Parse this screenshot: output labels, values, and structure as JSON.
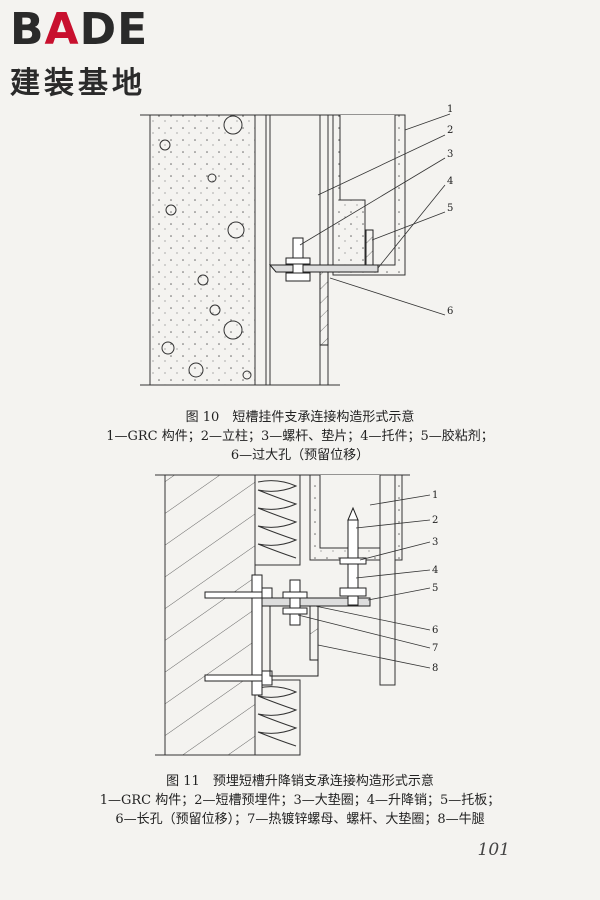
{
  "logo": {
    "word_pre": "B",
    "word_accent": "A",
    "word_post": "DE",
    "cn": "建装基地"
  },
  "figure10": {
    "title": "图 10　短槽挂件支承连接构造形式示意",
    "legend_line1": "1—GRC 构件；2—立柱；3—螺杆、垫片；4—托件；5—胶粘剂；",
    "legend_line2": "6—过大孔（预留位移）",
    "callouts": [
      "1",
      "2",
      "3",
      "4",
      "5",
      "6"
    ]
  },
  "figure11": {
    "title": "图 11　预埋短槽升降销支承连接构造形式示意",
    "legend_line1": "1—GRC 构件；2—短槽预埋件；3—大垫圈；4—升降销；5—托板；",
    "legend_line2": "6—长孔（预留位移）；7—热镀锌螺母、螺杆、大垫圈；8—牛腿",
    "callouts": [
      "1",
      "2",
      "3",
      "4",
      "5",
      "6",
      "7",
      "8"
    ]
  },
  "page_number": "101"
}
